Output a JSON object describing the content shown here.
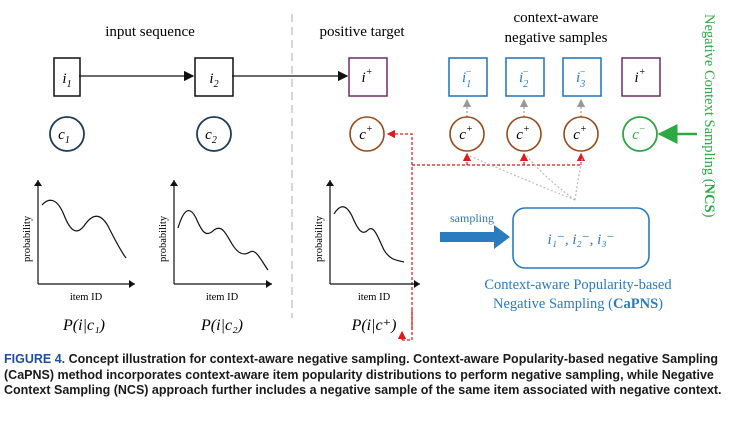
{
  "figure": {
    "header_input": "input sequence",
    "header_positive": "positive target",
    "header_context_line1": "context-aware",
    "header_context_line2": "negative samples",
    "side_label_pre": "Negative Context Sampling (",
    "side_label_bold": "NCS",
    "side_label_post": ")",
    "item_1": "i",
    "item_1_sub": "1",
    "item_2": "i",
    "item_2_sub": "2",
    "item_pos": "i",
    "item_pos_sup": "+",
    "ctx_1": "c",
    "ctx_1_sub": "1",
    "ctx_2": "c",
    "ctx_2_sub": "2",
    "ctx_pos": "c",
    "ctx_pos_sup": "+",
    "ctx_neg": "c",
    "ctx_neg_sup": "−",
    "neg_item_base": "i",
    "neg_item_subs": [
      "1",
      "2",
      "3"
    ],
    "neg_item_sup": "−",
    "axis_ylabel": "probability",
    "axis_xlabel": "item ID",
    "formula_1": "P(i|c₁)",
    "formula_2": "P(i|c₂)",
    "formula_pos": "P(i|c⁺)",
    "sampling_label": "sampling",
    "sampled_set": "i₁⁻, i₂⁻, i₃⁻",
    "capns_line1": "Context-aware Popularity-based",
    "capns_line2_pre": "Negative Sampling (",
    "capns_line2_bold": "CaPNS",
    "capns_line2_post": ")"
  },
  "caption": {
    "label": "FIGURE 4.",
    "text": "Concept illustration for context-aware negative sampling. Context-aware Popularity-based negative Sampling (CaPNS) method incorporates context-aware item popularity distributions to perform negative sampling, while Negative Context Sampling (NCS) approach further includes a negative sample of the same item associated with negative context."
  },
  "colors": {
    "blue": "#2b7bc0",
    "green": "#2ca845",
    "brown": "#9a4a1a",
    "purple": "#6e2a6e",
    "red": "#e0191b",
    "navy": "#1f3b5c",
    "caption_label": "#1f4e9c"
  }
}
